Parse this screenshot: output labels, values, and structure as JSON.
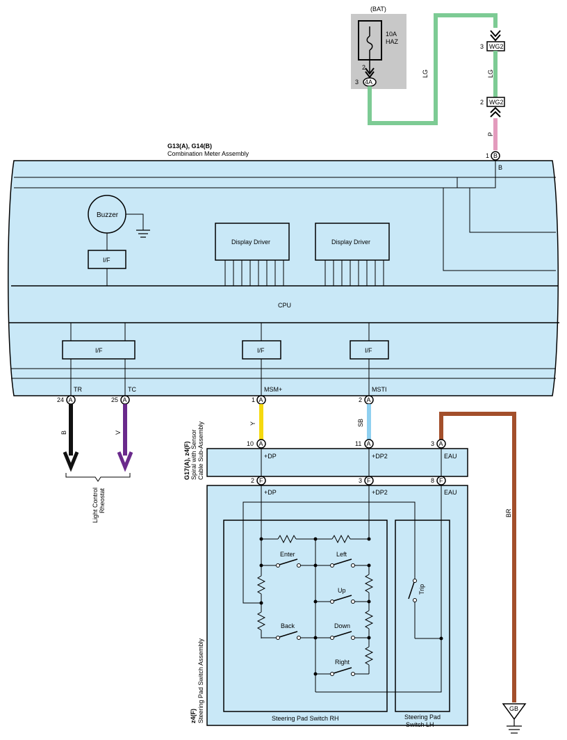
{
  "fuse": {
    "source": "(BAT)",
    "rating": "10A",
    "name": "HAZ",
    "pin_top": "2",
    "pin_left": "3",
    "connector": "4A"
  },
  "junction": {
    "name": "WG2",
    "pin_upper": "3",
    "pin_lower": "2"
  },
  "wire_colors": {
    "lg_left": "LG",
    "lg_right": "LG",
    "p": "P",
    "b_rheo": "B",
    "v": "V",
    "y": "Y",
    "sb": "SB",
    "br": "BR"
  },
  "meter": {
    "title_line1": "G13(A), G14(B)",
    "title_line2": "Combination Meter Assembly",
    "pin_b_num": "1",
    "pin_b_conn": "B",
    "pin_b_label": "B",
    "buzzer": "Buzzer",
    "if_label": "I/F",
    "display_driver_1": "Display Driver",
    "display_driver_2": "Display Driver",
    "cpu": "CPU",
    "if_1": "I/F",
    "if_2": "I/F",
    "if_3": "I/F",
    "pins": [
      {
        "name": "TR",
        "num": "24",
        "conn": "A"
      },
      {
        "name": "TC",
        "num": "25",
        "conn": "A"
      },
      {
        "name": "MSM+",
        "num": "1",
        "conn": "A"
      },
      {
        "name": "MSTI",
        "num": "2",
        "conn": "A"
      }
    ]
  },
  "rheostat": {
    "line1": "Light Control",
    "line2": "Rheostat"
  },
  "spiral": {
    "title_line1": "G17(A), z4(F)",
    "title_line2": "Spiral with Sensor",
    "title_line3": "Cable Sub-Assembly",
    "top_pins": [
      {
        "num": "10",
        "conn": "A",
        "name": "+DP"
      },
      {
        "num": "11",
        "conn": "A",
        "name": "+DP2"
      },
      {
        "num": "3",
        "conn": "A",
        "name": "EAU"
      }
    ],
    "bottom_pins": [
      {
        "num": "2",
        "conn": "F",
        "name": "+DP"
      },
      {
        "num": "3",
        "conn": "F",
        "name": "+DP2"
      },
      {
        "num": "8",
        "conn": "F",
        "name": "EAU"
      }
    ]
  },
  "steering": {
    "title_line1": "z4(F)",
    "title_line2": "Steering Pad Switch Assembly",
    "rh_label": "Steering Pad Switch RH",
    "lh_label_line1": "Steering Pad",
    "lh_label_line2": "Switch LH",
    "switches": {
      "enter": "Enter",
      "left": "Left",
      "up": "Up",
      "back": "Back",
      "down": "Down",
      "right": "Right",
      "trip": "Trip"
    }
  },
  "ground": {
    "label": "GB"
  },
  "colors": {
    "panel_fill": "#c9e8f7",
    "fuse_fill": "#c8c8c8",
    "lg": "#7dcb94",
    "pink": "#e39bbd",
    "black": "#111111",
    "violet": "#6a2a8c",
    "yellow": "#f5d90f",
    "sky": "#8fd0f0",
    "brown": "#a34f2b"
  }
}
